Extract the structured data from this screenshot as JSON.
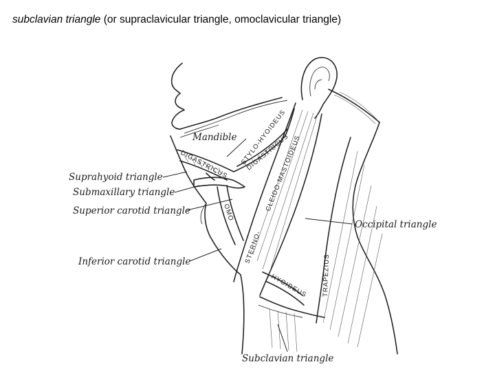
{
  "slide": {
    "title_term": "subclavian triangle",
    "title_rest": " (or supraclavicular triangle, omoclavicular triangle)"
  },
  "figure": {
    "labels": {
      "mandible": "Mandible",
      "suprahyoid": "Suprahyoid triangle",
      "submaxillary": "Submaxillary triangle",
      "superior_carotid": "Superior carotid triangle",
      "inferior_carotid": "Inferior carotid triangle",
      "occipital": "Occipital triangle",
      "subclavian": "Subclavian triangle"
    },
    "muscles": {
      "stylohyoideus": "STYLO-HYOIDEUS",
      "digastricus_upper": "DIGASTRICUS",
      "digastricus_lower": "DIGASTRICUS",
      "sternocleidomastoideus_upper": "CLEIDO-MASTOIDEUS",
      "sternocleidomastoideus_lower": "STERNO-",
      "omo": "OMO",
      "omohyoideus": "HYOIDEUS",
      "trapezius": "TRAPEZIUS"
    }
  }
}
